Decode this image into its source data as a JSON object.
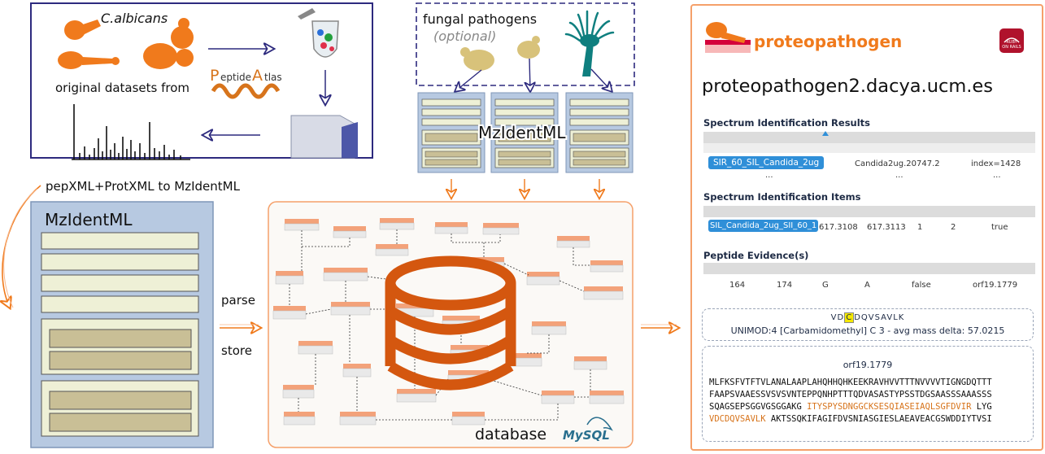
{
  "top_left": {
    "species": "C.albicans",
    "datasets_label": "original datasets from",
    "atlas_logo": {
      "p": "P",
      "eptide": "eptide",
      "a": "A",
      "tlas": "tlas"
    }
  },
  "pathogens": {
    "title": "fungal pathogens",
    "subtitle": "(optional)",
    "mzid_label": "MzIdentML"
  },
  "conversion_label": "pepXML+ProtXML to MzIdentML",
  "mzid_box_title": "MzIdentML",
  "actions": {
    "parse": "parse",
    "store": "store"
  },
  "database": {
    "label": "database",
    "mysql": "MySQL"
  },
  "web": {
    "brand": "proteopathogen",
    "rails_badge_line1": "RUBY",
    "rails_badge_line2": "ON RAILS",
    "url": "proteopathogen2.dacya.ucm.es",
    "sir": {
      "title": "Spectrum Identification Results",
      "pill": "SIR_60_SIL_Candida_2ug",
      "col2": "Candida2ug.20747.2",
      "col3": "index=1428",
      "ellipsis": "..."
    },
    "sii": {
      "title": "Spectrum Identification Items",
      "pill": "SIL_Candida_2ug_SII_60_1",
      "values": [
        "617.3108",
        "617.3113",
        "1",
        "2",
        "true"
      ]
    },
    "pe": {
      "title": "Peptide Evidence(s)",
      "values": [
        "164",
        "174",
        "G",
        "A",
        "false",
        "orf19.1779"
      ]
    },
    "modification": {
      "pep_before": "VD",
      "pep_highlight": "C",
      "pep_after": "DQVSAVLK",
      "detail": "UNIMOD:4 [Carbamidomethyl] C 3 - avg mass delta: 57.0215"
    },
    "protein": {
      "id": "orf19.1779",
      "line1": "MLFKSFVTFTVLANALAAPLAHQHHQHKEEKRAVHVVTTTNVVVVTIGNGDQTTT",
      "line2": "FAAPSVAAESSVSVSVNTEPPQNHPTTTQDVASASTYPSSTDGSAASSSAAASSS",
      "line3_plain": "SQAGSEPSGGVGSGGAKG ",
      "line3_orange": "ITYSPYSDNGGCKSESQIASEIAQLSGFDVIR",
      "line3_tail": " LYG",
      "line4_orange": "VDCDQVSAVLK",
      "line4_tail": " AKTSSQKIFAGIFDVSNIASGIESLAEAVEACGSWDDIYTVSI"
    }
  },
  "colors": {
    "navy": "#2d2a7e",
    "orange": "#f07a1c",
    "db_orange": "#d4570f",
    "mzid_blue": "#b7c9e1",
    "cream": "#eef0d6",
    "tan": "#c9bf96",
    "pathogen_gold": "#d8c27a",
    "teal": "#0f7f7f",
    "link_blue": "#2f8fd8"
  }
}
